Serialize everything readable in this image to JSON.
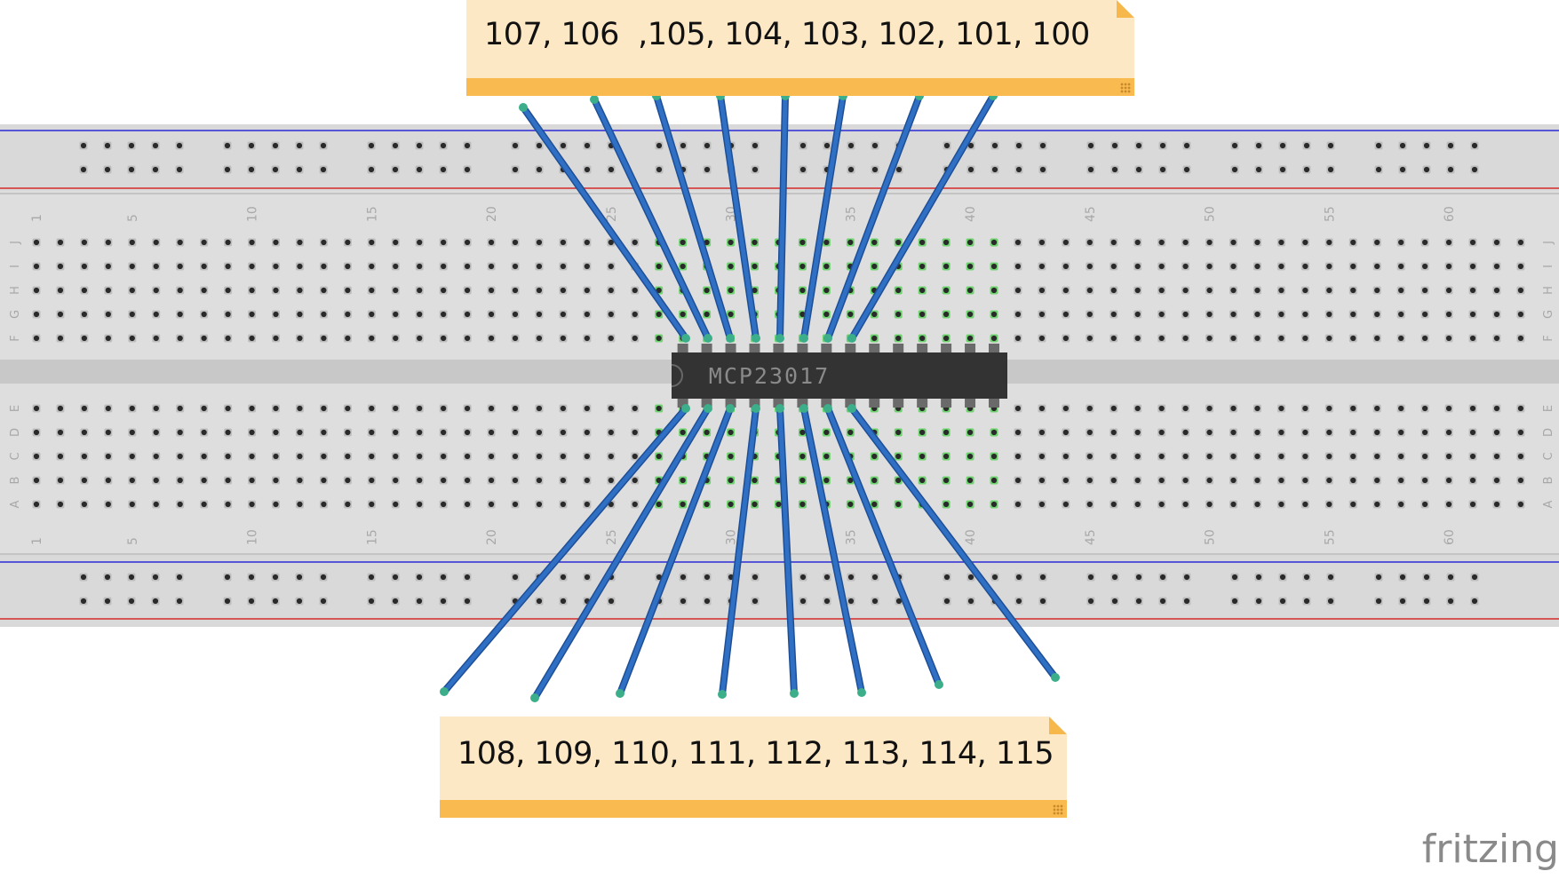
{
  "chip": {
    "label": "MCP23017"
  },
  "notes": {
    "top": "107, 106  ,105, 104, 103, 102, 101, 100",
    "bottom": "108, 109, 110, 111, 112, 113, 114, 115"
  },
  "breadboard": {
    "column_numbers": [
      "1",
      "5",
      "10",
      "15",
      "20",
      "25",
      "30",
      "35",
      "40",
      "45",
      "50",
      "55",
      "60"
    ],
    "row_letters_top": [
      "J",
      "I",
      "H",
      "G",
      "F"
    ],
    "row_letters_bottom": [
      "E",
      "D",
      "C",
      "B",
      "A"
    ]
  },
  "logo": "fritzing",
  "colors": {
    "board": "#d9d9d9",
    "rail_blue": "#2b2bd6",
    "rail_red": "#d62b2b",
    "wire": "#2f6fc4",
    "wire_end": "#3cae8a",
    "chip_body": "#333333",
    "active_hole": "#6fd36f"
  }
}
